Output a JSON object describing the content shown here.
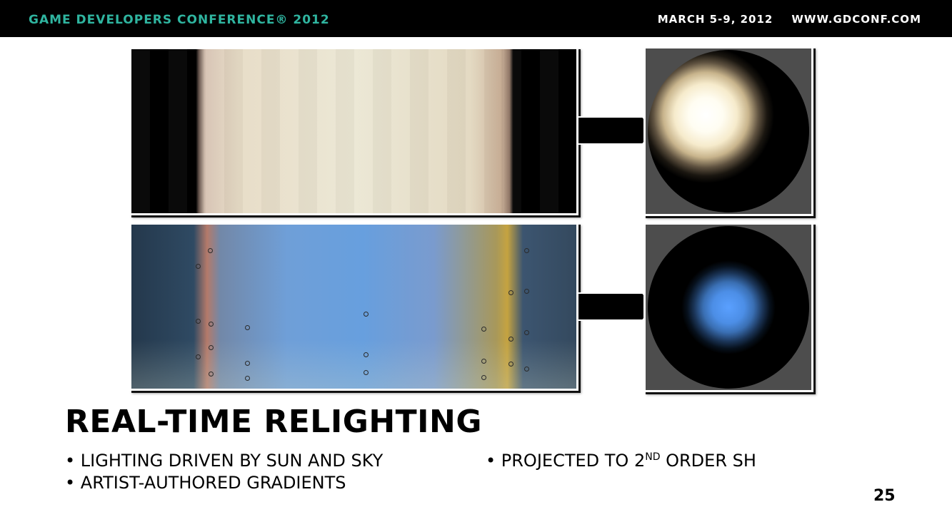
{
  "header": {
    "conference": "GAME DEVELOPERS CONFERENCE® 2012",
    "dates": "MARCH 5-9, 2012",
    "website": "WWW.GDCONF.COM"
  },
  "colors": {
    "header_background": "#000000",
    "header_accent": "#2fb5a0",
    "sphere_background": "#4d4d4d"
  },
  "slide": {
    "title": "REAL-TIME RELIGHTING",
    "bullets_left": [
      "• LIGHTING DRIVEN BY SUN AND SKY",
      "• ARTIST-AUTHORED GRADIENTS"
    ],
    "bullets_right": [
      {
        "before": "• PROJECTED TO 2",
        "sup": "ND",
        "after": " ORDER SH"
      }
    ],
    "page_number": "25"
  },
  "figures": {
    "sun_gradient": "sun-gradient-image",
    "sky_gradient": "sky-gradient-image",
    "sun_sphere": "sun-sh-sphere",
    "sky_sphere": "sky-sh-sphere",
    "arrow_icon": "arrow-right-icon"
  }
}
